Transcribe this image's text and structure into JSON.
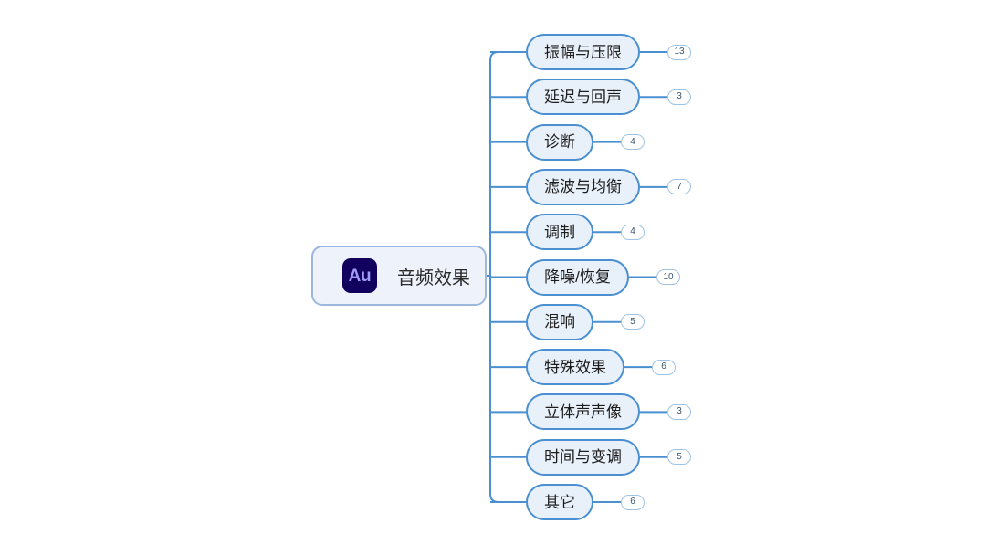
{
  "diagram": {
    "type": "mindmap",
    "title": "音频效果",
    "orientation": "left-root-right-branches",
    "background_color": "#ffffff",
    "colors": {
      "node_fill": "#e8f0fa",
      "node_border": "#4a8fd0",
      "root_fill": "#eef2fa",
      "root_border": "#9db8dd",
      "connector": "#4a8fd0",
      "badge_border": "#9fc3e4",
      "badge_text": "#39556e",
      "au_icon_bg": "#12005e",
      "au_icon_text": "#9f9bf5"
    }
  },
  "root": {
    "icon_name": "adobe-audition-icon",
    "icon_text": "Au",
    "label": "音频效果"
  },
  "branches": [
    {
      "label": "振幅与压限",
      "count": "13"
    },
    {
      "label": "延迟与回声",
      "count": "3"
    },
    {
      "label": "诊断",
      "count": "4"
    },
    {
      "label": "滤波与均衡",
      "count": "7"
    },
    {
      "label": "调制",
      "count": "4"
    },
    {
      "label": "降噪/恢复",
      "count": "10"
    },
    {
      "label": "混响",
      "count": "5"
    },
    {
      "label": "特殊效果",
      "count": "6"
    },
    {
      "label": "立体声声像",
      "count": "3"
    },
    {
      "label": "时间与变调",
      "count": "5"
    },
    {
      "label": "其它",
      "count": "6"
    }
  ]
}
